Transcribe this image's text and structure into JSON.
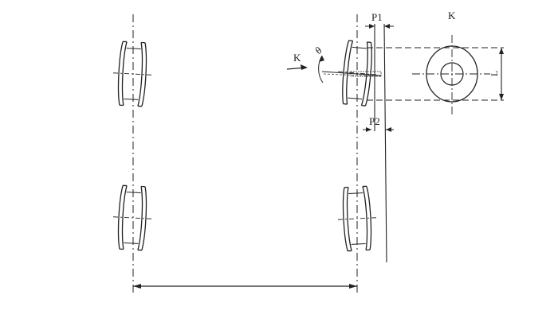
{
  "labels": {
    "p1": "P1",
    "p2": "P2",
    "k_view": "K",
    "k_arrow": "K",
    "theta": "θ",
    "l": "L"
  },
  "colors": {
    "line": "#222222",
    "background": "#ffffff"
  }
}
